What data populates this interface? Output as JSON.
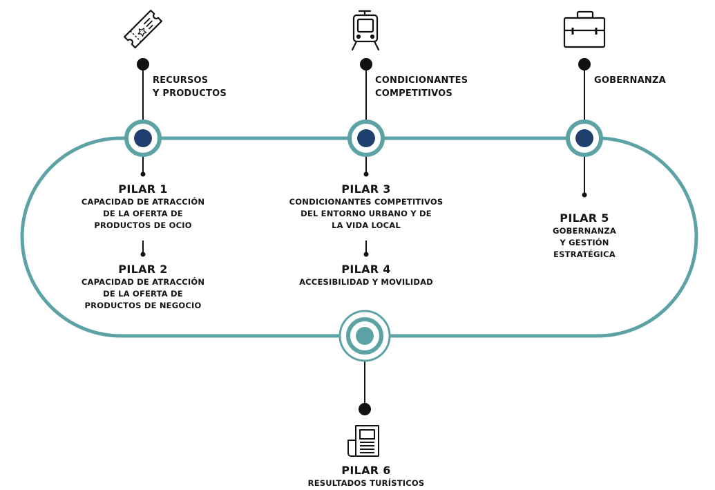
{
  "colors": {
    "track": "#5da3a6",
    "node_fill": "#1f3f6e",
    "node_center_teal": "#5da3a6",
    "dot": "#111111",
    "text": "#141414"
  },
  "top_labels": {
    "recursos": [
      "RECURSOS",
      "Y PRODUCTOS"
    ],
    "condicionantes": [
      "CONDICIONANTES",
      "COMPETITIVOS"
    ],
    "gobernanza": [
      "GOBERNANZA"
    ]
  },
  "icons": {
    "ticket": "ticket-icon",
    "train": "train-icon",
    "briefcase": "briefcase-icon",
    "newspaper": "newspaper-icon"
  },
  "pilares": {
    "p1": {
      "title": "PILAR 1",
      "lines": [
        "CAPACIDAD DE ATRACCIÓN",
        "DE LA OFERTA DE",
        "PRODUCTOS DE OCIO"
      ]
    },
    "p2": {
      "title": "PILAR 2",
      "lines": [
        "CAPACIDAD DE ATRACCIÓN",
        "DE LA OFERTA DE",
        "PRODUCTOS DE NEGOCIO"
      ]
    },
    "p3": {
      "title": "PILAR 3",
      "lines": [
        "CONDICIONANTES COMPETITIVOS",
        "DEL ENTORNO URBANO Y DE",
        "LA VIDA LOCAL"
      ]
    },
    "p4": {
      "title": "PILAR 4",
      "lines": [
        "ACCESIBILIDAD Y MOVILIDAD"
      ]
    },
    "p5": {
      "title": "PILAR 5",
      "lines": [
        "GOBERNANZA",
        "Y GESTIÓN",
        "ESTRATÉGICA"
      ]
    },
    "p6": {
      "title": "PILAR 6",
      "lines": [
        "RESULTADOS TURÍSTICOS"
      ]
    }
  }
}
